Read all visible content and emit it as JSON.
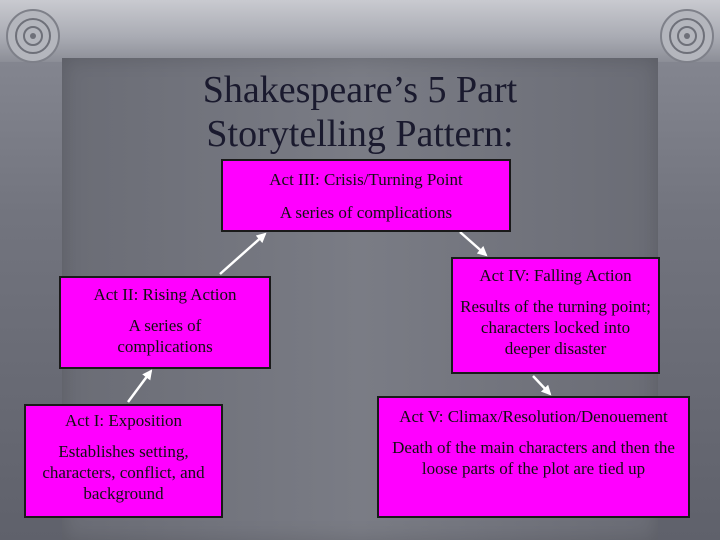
{
  "title": {
    "line1": "Shakespeare’s 5 Part",
    "line2": "Storytelling Pattern:"
  },
  "acts": {
    "act1": {
      "heading": "Act I: Exposition",
      "desc": "Establishes setting, characters, conflict, and background"
    },
    "act2": {
      "heading": "Act II: Rising Action",
      "desc": "A series of complications"
    },
    "act3": {
      "heading": "Act III: Crisis/Turning Point",
      "desc": "A series of complications"
    },
    "act4": {
      "heading": "Act IV: Falling Action",
      "desc": "Results of the turning point; characters locked into deeper disaster"
    },
    "act5": {
      "heading": "Act V: Climax/Resolution/Denouement",
      "desc": "Death of the main characters and then the loose parts of the plot are tied up"
    }
  },
  "colors": {
    "box_fill": "#ff00ff",
    "background": "#6d6f78",
    "arrow": "#ffffff"
  }
}
